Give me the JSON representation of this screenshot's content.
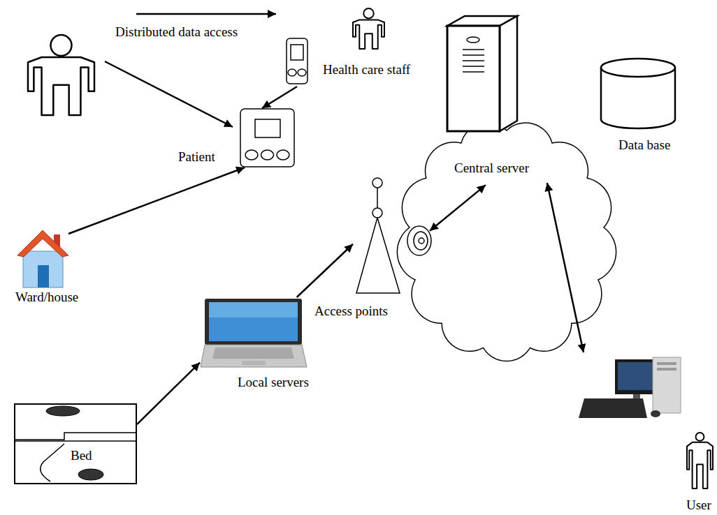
{
  "diagram": {
    "nodes": [
      {
        "text": [
          "Health care staff"
        ]
      },
      {
        "text": [
          "Patient"
        ]
      },
      {
        "text": [
          "Central server"
        ]
      },
      {
        "text": [
          "Data base"
        ]
      },
      {
        "text": [
          "Access points"
        ]
      },
      {
        "text": [
          "Ward/house"
        ]
      },
      {
        "text": [
          "Local servers"
        ]
      },
      {
        "text": [
          "Bed"
        ]
      },
      {
        "text": [
          "User"
        ]
      }
    ],
    "edges": [
      {
        "from": 0,
        "to": 1,
        "arrow": "to"
      },
      {
        "from": 5,
        "to": 1,
        "arrow": "to"
      },
      {
        "from": 7,
        "to": 6,
        "arrow": "to"
      },
      {
        "from": 6,
        "to": 4,
        "arrow": "to"
      },
      {
        "from": 4,
        "to": 2,
        "arrow": "both"
      },
      {
        "from": 2,
        "to": 8,
        "arrow": "both"
      }
    ],
    "labels": [
      "Distributed data access"
    ]
  }
}
